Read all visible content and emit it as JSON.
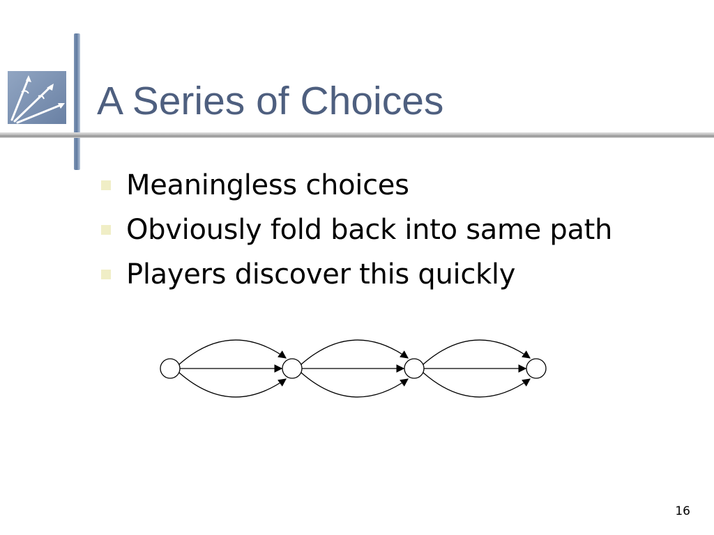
{
  "slide": {
    "title": "A Series of Choices",
    "bullets": [
      "Meaningless choices",
      "Obviously fold back into same path",
      "Players discover this quickly"
    ],
    "page_number": "16"
  },
  "diagram": {
    "description_nodes": 4,
    "edges_per_step": 3
  },
  "colors": {
    "title": "#4e5f7f",
    "bullet_mark": "#f0eec6",
    "accent_bar": "#5f7aa0"
  }
}
